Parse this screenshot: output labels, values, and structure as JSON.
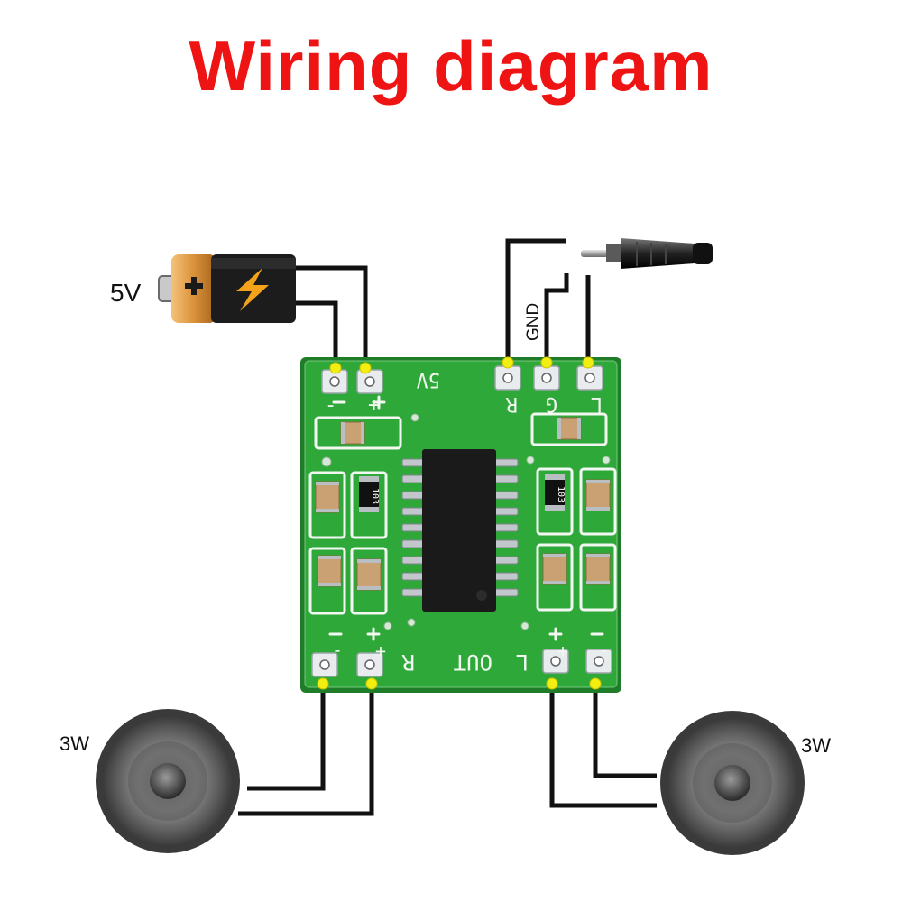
{
  "title": "Wiring diagram",
  "colors": {
    "title": "#ef1414",
    "wire": "#111111",
    "pcb": "#2fa83a",
    "pcb_edge": "#1f7d2a",
    "silkscreen": "#f2f7f2",
    "pin_dot": "#f2ee12",
    "chip": "#1a1a1a",
    "capacitor": "#c9a173",
    "battery_body": "#1c1c1c",
    "battery_cap": "#d9913a",
    "bolt": "#f3a21a"
  },
  "battery": {
    "label": "5V",
    "icon": "battery-icon"
  },
  "audio_jack": {
    "icon": "audio-jack-icon",
    "gnd_label": "GND"
  },
  "board": {
    "silkscreen_top": [
      "-",
      "+",
      "5V",
      "R",
      "G",
      "L"
    ],
    "silkscreen_bottom": [
      "-",
      "+",
      "R",
      "OUT",
      "L",
      "-",
      "+"
    ],
    "resistor_marking": "103"
  },
  "speakers": [
    {
      "name": "left",
      "label": "3W",
      "icon": "speaker-icon"
    },
    {
      "name": "right",
      "label": "3W",
      "icon": "speaker-icon"
    }
  ]
}
